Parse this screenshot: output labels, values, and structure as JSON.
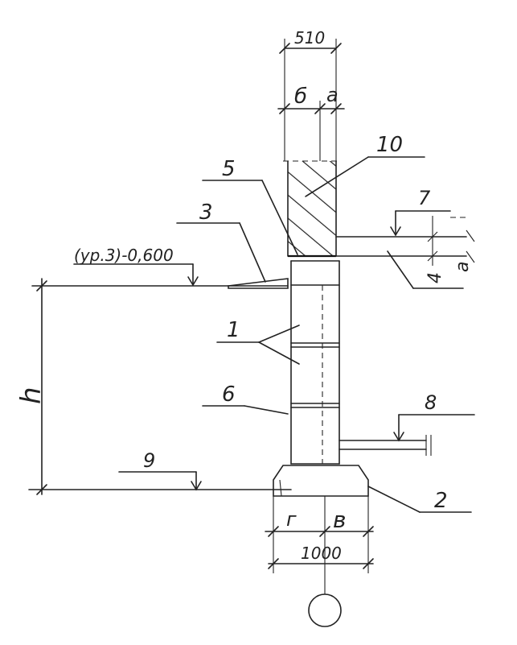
{
  "dimensions": {
    "top_width": "510",
    "b_part": "б",
    "a_part_top": "а",
    "bottom_width": "1000",
    "g_part": "г",
    "v_part": "в",
    "height": "h",
    "right_small": "а"
  },
  "level": {
    "text": "(ур.3)-0,600"
  },
  "callouts": {
    "c1": "1",
    "c2": "2",
    "c3": "3",
    "c4": "4",
    "c5": "5",
    "c6": "6",
    "c7": "7",
    "c8": "8",
    "c9": "9",
    "c10": "10"
  }
}
